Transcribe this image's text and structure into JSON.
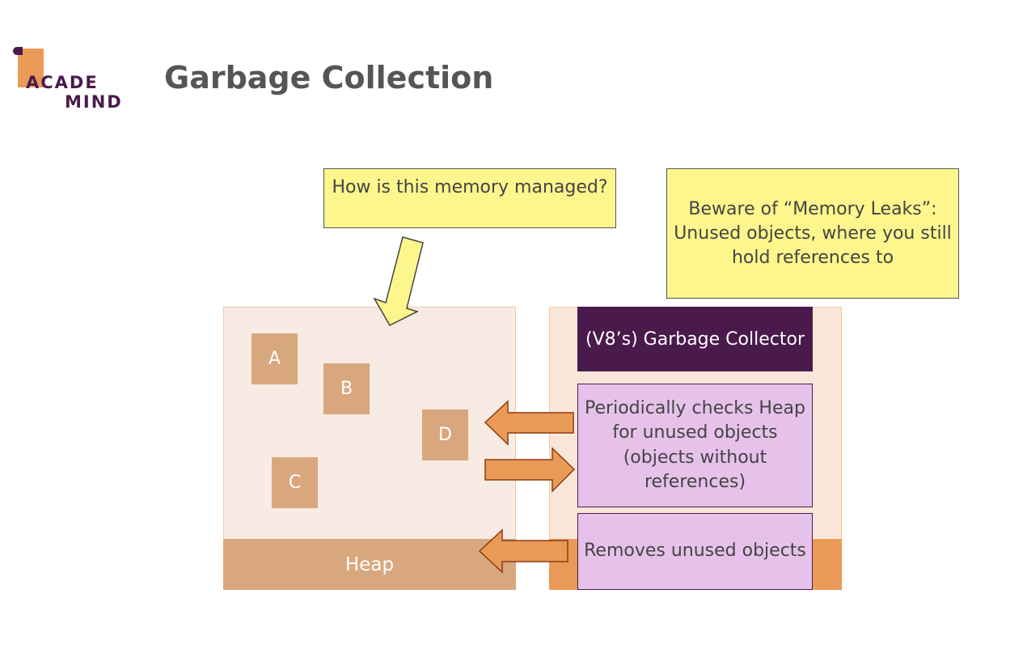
{
  "logo": {
    "line1": "ACADE",
    "line2": "MIND"
  },
  "title": "Garbage Collection",
  "notes": {
    "memory": "How is this memory managed?",
    "leaks": "Beware of “Memory Leaks”: Unused objects, where you still hold references to"
  },
  "heap": {
    "label": "Heap",
    "objects": [
      "A",
      "B",
      "C",
      "D"
    ]
  },
  "gc": {
    "header": "(V8’s) Garbage Collector",
    "check": "Periodically checks Heap for unused objects (objects without references)",
    "remove": "Removes unused objects"
  },
  "colors": {
    "note_yellow": "#fdf68c",
    "heap_bg": "#f7ebe3",
    "object": "#d9a77e",
    "gc_dark": "#4a1a4c",
    "gc_light": "#e6c2ea",
    "arrow_orange": "#ea9a57",
    "arrow_yellow": "#fdf68c"
  }
}
